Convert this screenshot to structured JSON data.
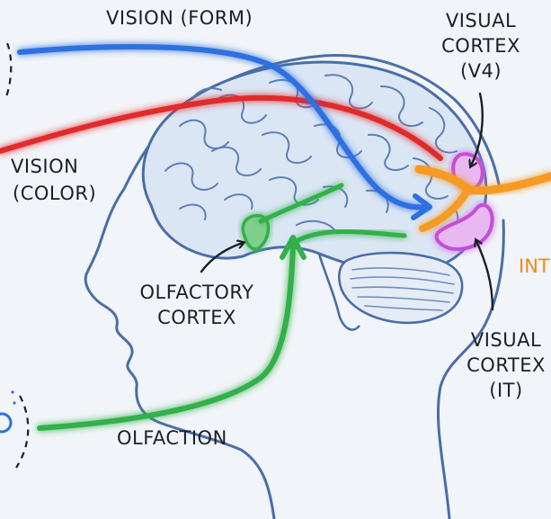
{
  "labels": {
    "vision_form": "VISION (FORM)",
    "vision_color_line1": "VISION",
    "vision_color_line2": "(COLOR)",
    "visual_cortex_v4_line1": "VISUAL",
    "visual_cortex_v4_line2": "CORTEX",
    "visual_cortex_v4_line3": "(V4)",
    "olfactory_cortex_line1": "OLFACTORY",
    "olfactory_cortex_line2": "CORTEX",
    "visual_cortex_it_line1": "VISUAL",
    "visual_cortex_it_line2": "CORTEX",
    "visual_cortex_it_line3": "(IT)",
    "olfaction": "OLFACTION",
    "integration_partial": "INT"
  },
  "colors": {
    "vision_form_path": "#2f6fe0",
    "vision_color_path": "#e12a2a",
    "olfaction_path": "#33b04a",
    "integration_path": "#f59a23",
    "visual_cortex_highlight": "#c24fd6",
    "outline": "#4a6ea6",
    "brain_fill": "#dbe6f5"
  }
}
